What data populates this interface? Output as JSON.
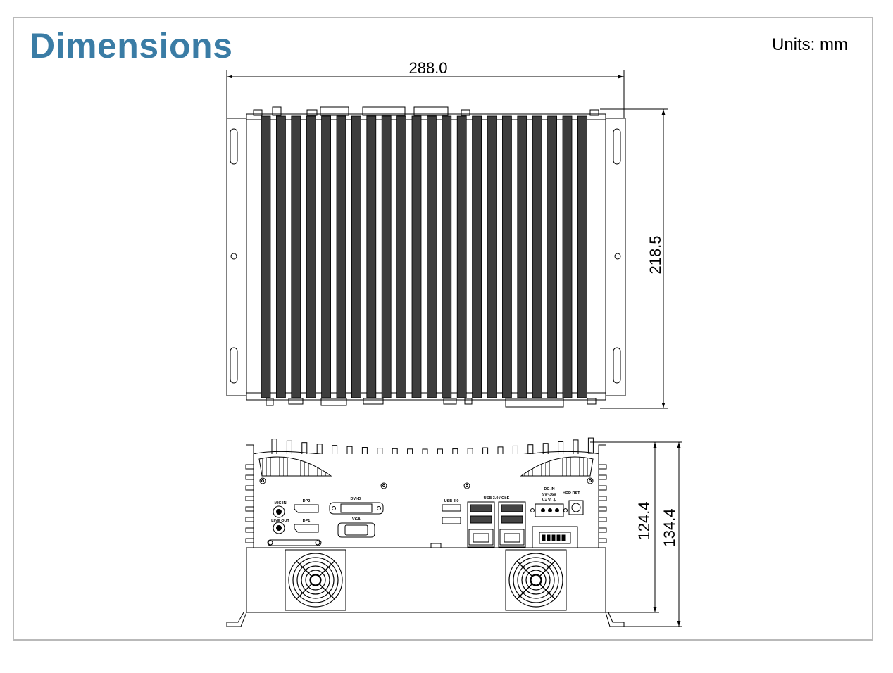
{
  "title": "Dimensions",
  "units": "Units: mm",
  "dimensions": {
    "width": "288.0",
    "depth": "218.5",
    "height_body": "124.4",
    "height_total": "134.4"
  },
  "front_panel": {
    "mic_in": "MIC IN",
    "line_out": "LINE OUT",
    "dp2": "DP2",
    "dp1": "DP1",
    "dvi": "DVI-D",
    "vga": "VGA",
    "usb30": "USB 3.0",
    "usb_gbe": "USB 3.0 / GbE",
    "dc_in": "DC-IN",
    "dc_range": "9V~36V",
    "dc_pins": "V+ V- ⏚",
    "hdd": "HDD",
    "rst": "RST"
  }
}
